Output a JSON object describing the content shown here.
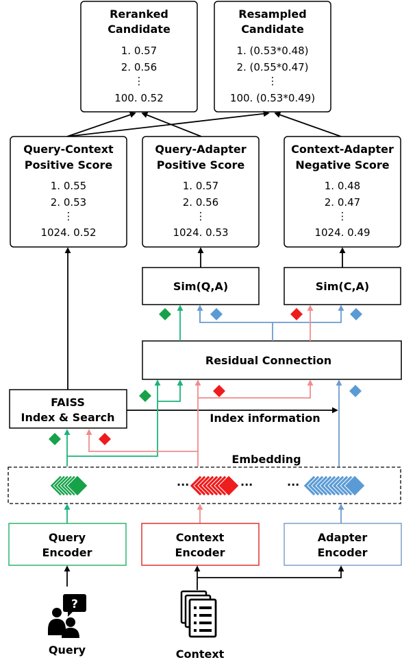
{
  "reranked": {
    "title1": "Reranked",
    "title2": "Candidate",
    "rows": [
      "1.   0.57",
      "2.   0.56",
      "⋮",
      "100.  0.52"
    ]
  },
  "resampled": {
    "title1": "Resampled",
    "title2": "Candidate",
    "rows": [
      "1.   (0.53*0.48)",
      "2.   (0.55*0.47)",
      "⋮",
      "100.  (0.53*0.49)"
    ]
  },
  "qc_score": {
    "title1": "Query-Context",
    "title2": "Positive Score",
    "rows": [
      "1.   0.55",
      "2.   0.53",
      "⋮",
      "1024.  0.52"
    ]
  },
  "qa_score": {
    "title1": "Query-Adapter",
    "title2": "Positive Score",
    "rows": [
      "1.   0.57",
      "2.   0.56",
      "⋮",
      "1024.  0.53"
    ]
  },
  "ca_score": {
    "title1": "Context-Adapter",
    "title2": "Negative Score",
    "rows": [
      "1.   0.48",
      "2.   0.47",
      "⋮",
      "1024.  0.49"
    ]
  },
  "sim_qa": "Sim(Q,A)",
  "sim_ca": "Sim(C,A)",
  "residual": "Residual Connection",
  "faiss": {
    "line1": "FAISS",
    "line2": "Index & Search"
  },
  "index_info": "Index information",
  "embedding": "Embedding",
  "query_encoder": {
    "line1": "Query",
    "line2": "Encoder"
  },
  "context_encoder": {
    "line1": "Context",
    "line2": "Encoder"
  },
  "adapter_encoder": {
    "line1": "Adapter",
    "line2": "Encoder"
  },
  "query_label": "Query",
  "context_label": "Context",
  "query_icon_glyph": "?",
  "colors": {
    "query": "#1ab47a",
    "query_diamond": "#17a24a",
    "context": "#f08c8c",
    "context_diamond": "#ee1c1c",
    "adapter": "#6b9bd0",
    "adapter_diamond": "#5b9bd5",
    "query_border": "#2db36b",
    "context_border": "#e03030",
    "adapter_border": "#7aa0c8"
  }
}
